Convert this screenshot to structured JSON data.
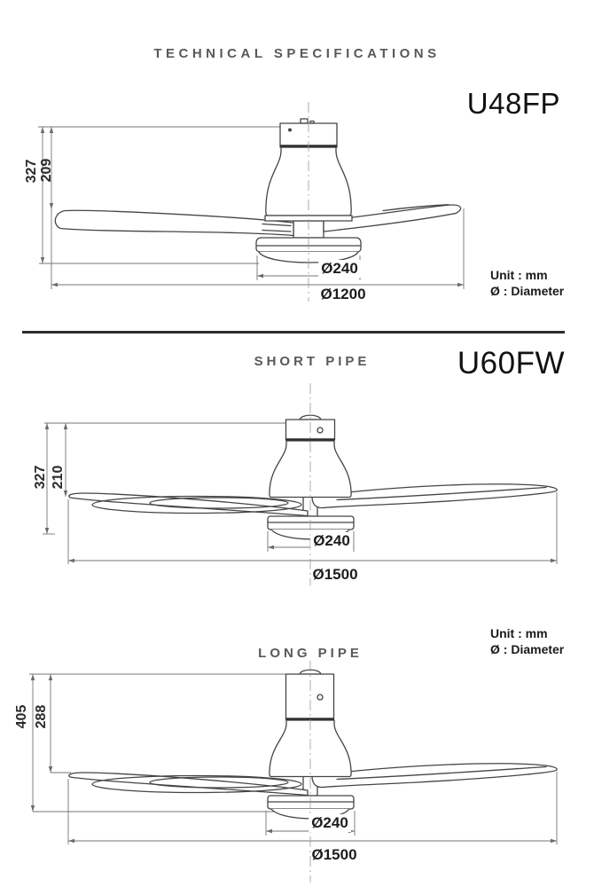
{
  "page": {
    "title": "TECHNICAL SPECIFICATIONS"
  },
  "colors": {
    "line": "#454545",
    "dim_line": "#757575",
    "heading_gray": "#58595b",
    "text_dark": "#231f20",
    "divider": "#2d2d2e"
  },
  "sections": {
    "u48fp": {
      "model": "U48FP",
      "dims": {
        "total_height": "327",
        "blade_height": "209",
        "light_diameter": "Ø240",
        "fan_diameter": "Ø1200"
      },
      "unit_note": {
        "line1": "Unit : mm",
        "line2": "Ø : Diameter"
      }
    },
    "u60fw_short": {
      "model": "U60FW",
      "heading": "SHORT PIPE",
      "dims": {
        "total_height": "327",
        "blade_height": "210",
        "light_diameter": "Ø240",
        "fan_diameter": "Ø1500"
      }
    },
    "u60fw_long": {
      "heading": "LONG PIPE",
      "dims": {
        "total_height": "405",
        "blade_height": "288",
        "light_diameter": "Ø240",
        "fan_diameter": "Ø1500"
      },
      "unit_note": {
        "line1": "Unit : mm",
        "line2": "Ø : Diameter"
      }
    }
  }
}
